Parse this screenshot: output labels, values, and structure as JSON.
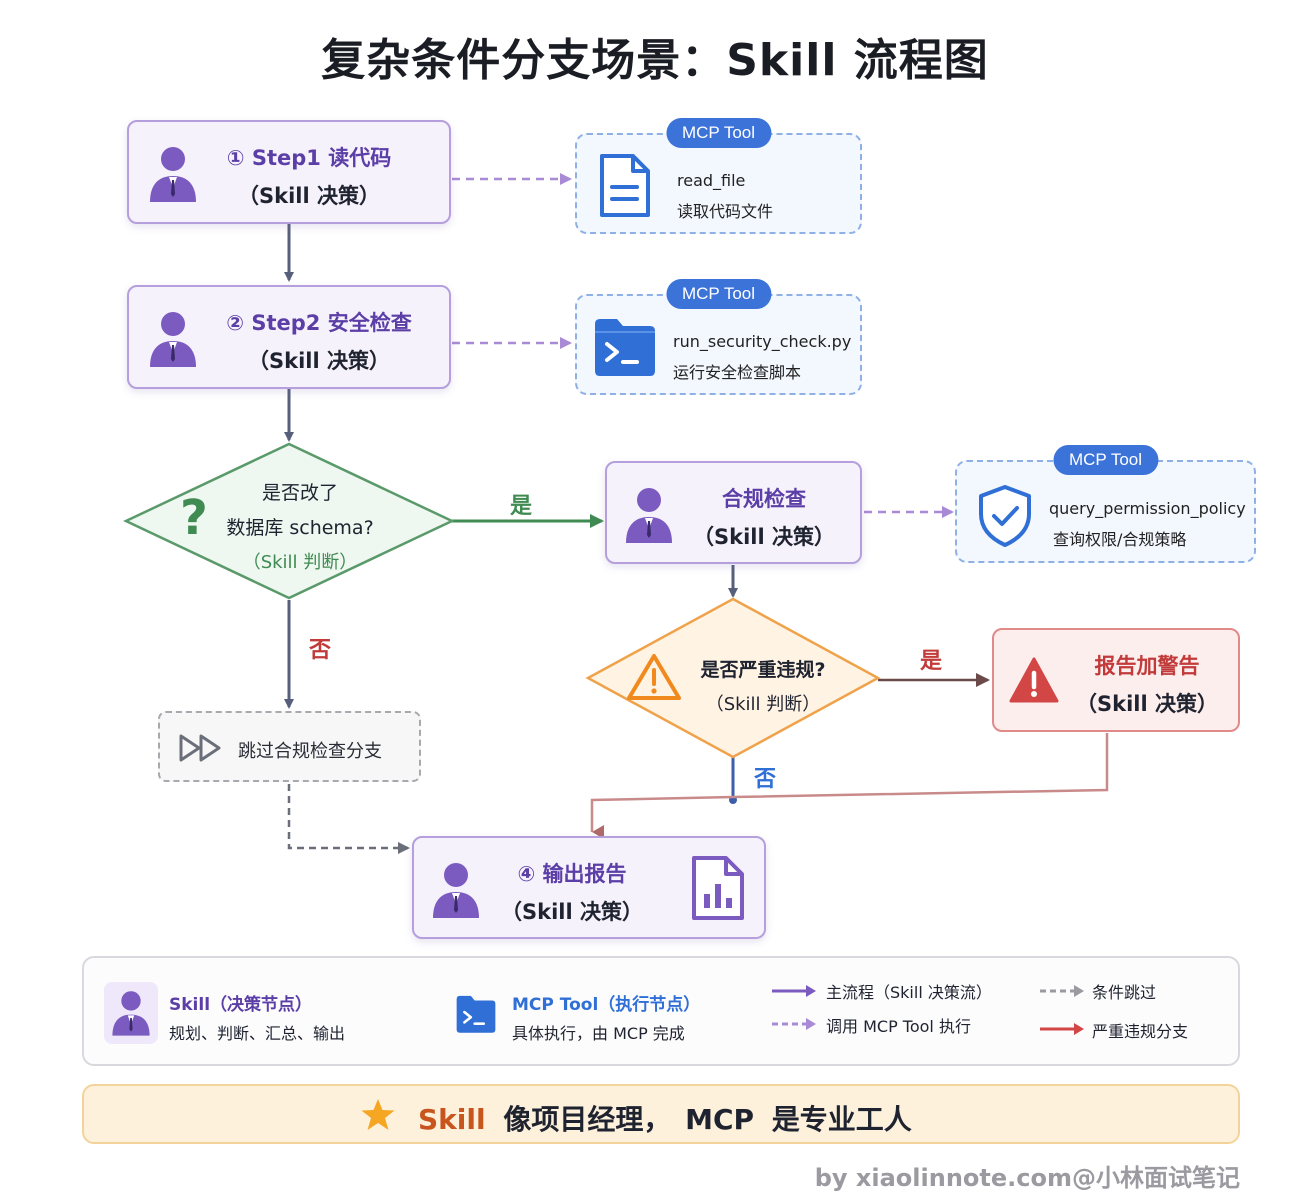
{
  "title": "复杂条件分支场景：Skill 流程图",
  "nodes": {
    "step1": {
      "line1": "① Step1 读代码",
      "line2": "（Skill 决策）"
    },
    "step2": {
      "line1": "② Step2 安全检查",
      "line2": "（Skill 决策）"
    },
    "decision_schema": {
      "line1": "是否改了",
      "line2": "数据库 schema?",
      "line3": "（Skill 判断）"
    },
    "compliance": {
      "line1": "合规检查",
      "line2": "（Skill 决策）"
    },
    "skip": {
      "label": "跳过合规检查分支"
    },
    "decision_violation": {
      "line1": "是否严重违规?",
      "line2": "（Skill 判断）"
    },
    "report_warning": {
      "line1": "报告加警告",
      "line2": "（Skill 决策）"
    },
    "output": {
      "line1": "④ 输出报告",
      "line2": "（Skill 决策）"
    }
  },
  "tools": {
    "read_file": {
      "badge": "MCP Tool",
      "name": "read_file",
      "desc": "读取代码文件"
    },
    "security": {
      "badge": "MCP Tool",
      "name": "run_security_check.py",
      "desc": "运行安全检查脚本"
    },
    "permission": {
      "badge": "MCP Tool",
      "name": "query_permission_policy",
      "desc": "查询权限/合规策略"
    }
  },
  "edge_labels": {
    "schema_yes": "是",
    "schema_no": "否",
    "violation_yes": "是",
    "violation_no": "否"
  },
  "legend": {
    "skill_title": "Skill（决策节点）",
    "skill_desc": "规划、判断、汇总、输出",
    "mcp_title": "MCP Tool（执行节点）",
    "mcp_desc": "具体执行，由 MCP 完成",
    "main_flow": "主流程（Skill 决策流）",
    "call_mcp": "调用 MCP Tool 执行",
    "cond_skip": "条件跳过",
    "violation_branch": "严重违规分支"
  },
  "footer": {
    "part1": "Skill",
    "part2": "像项目经理，",
    "part3": "MCP",
    "part4": "是专业工人"
  },
  "credit": "by xiaolinnote.com@小林面试笔记",
  "colors": {
    "skill_border": "#b59fdc",
    "skill_text": "#5b3ea6",
    "mcp_blue": "#3b73d9",
    "main_arrow": "#56607a",
    "dashed_arrow": "#a98ad6",
    "yes_green": "#3f8b52",
    "no_red": "#c23b3b",
    "warn_orange": "#f08a1e",
    "alert_red": "#d24646"
  }
}
